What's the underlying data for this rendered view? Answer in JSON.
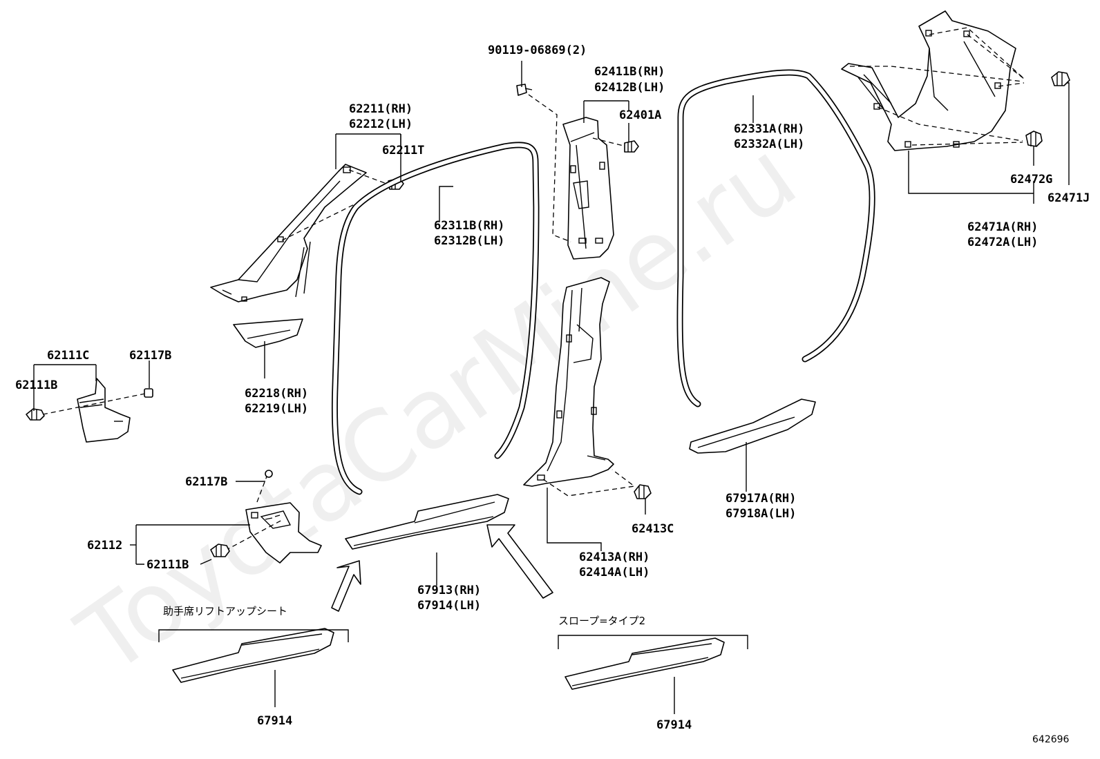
{
  "watermark": "ToyotaCarMine.ru",
  "diagram_ref": "642696",
  "notes": {
    "lift_up_seat": "助手席リフトアップシート",
    "slope_type2": "スロープ=タイプ2"
  },
  "labels": {
    "p62211": "62211(RH)",
    "p62212": "62212(LH)",
    "p62211T": "62211T",
    "p62218": "62218(RH)",
    "p62219": "62219(LH)",
    "p62111C": "62111C",
    "p62111B_a": "62111B",
    "p62117B_a": "62117B",
    "p62117B_b": "62117B",
    "p62112": "62112",
    "p62111B_b": "62111B",
    "p62311B": "62311B(RH)",
    "p62312B": "62312B(LH)",
    "p90119": "90119-06869(2)",
    "p62411B": "62411B(RH)",
    "p62412B": "62412B(LH)",
    "p62401A": "62401A",
    "p62413C": "62413C",
    "p62413A": "62413A(RH)",
    "p62414A": "62414A(LH)",
    "p67913": "67913(RH)",
    "p67914_main": "67914(LH)",
    "p67914_left": "67914",
    "p67914_right": "67914",
    "p62331A": "62331A(RH)",
    "p62332A": "62332A(LH)",
    "p67917A": "67917A(RH)",
    "p67918A": "67918A(LH)",
    "p62472G": "62472G",
    "p62471J": "62471J",
    "p62471A": "62471A(RH)",
    "p62472A": "62472A(LH)"
  }
}
